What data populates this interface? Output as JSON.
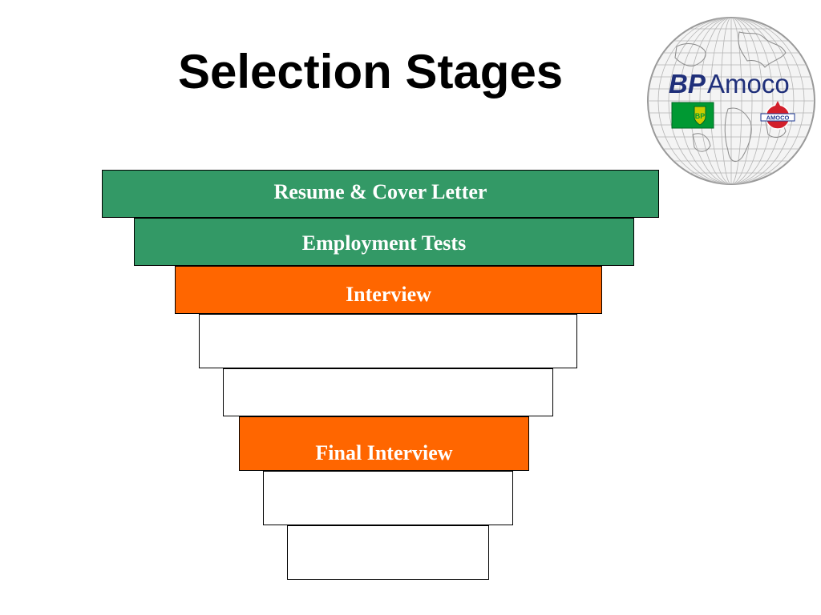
{
  "slide": {
    "title": "Selection Stages"
  },
  "logo": {
    "brand_bp": "BP",
    "brand_amoco": "Amoco",
    "badge_bp": "BP",
    "badge_amoco": "AMOCO"
  },
  "stages": [
    {
      "label": "Resume & Cover Letter",
      "color": "#339966"
    },
    {
      "label": "Employment Tests",
      "color": "#339966"
    },
    {
      "label": "Interview",
      "color": "#FF6600"
    },
    {
      "label": "",
      "color": "#FFFFFF"
    },
    {
      "label": "",
      "color": "#FFFFFF"
    },
    {
      "label": "Final Interview",
      "color": "#FF6600"
    },
    {
      "label": "",
      "color": "#FFFFFF"
    },
    {
      "label": "",
      "color": "#FFFFFF"
    }
  ],
  "colors": {
    "bp_green": "#009933",
    "bp_yellow": "#CCCC00",
    "amoco_blue": "#1F3A93",
    "amoco_red": "#D21F2B",
    "globe_line": "#A8A8A8"
  }
}
